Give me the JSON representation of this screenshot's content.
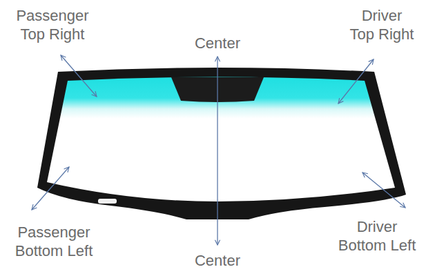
{
  "diagram": {
    "labels": [
      "Passenger Top Right",
      "Center",
      "Driver Top Right",
      "Passenger Bottom Left",
      "Center",
      "Driver Bottom Left"
    ]
  }
}
